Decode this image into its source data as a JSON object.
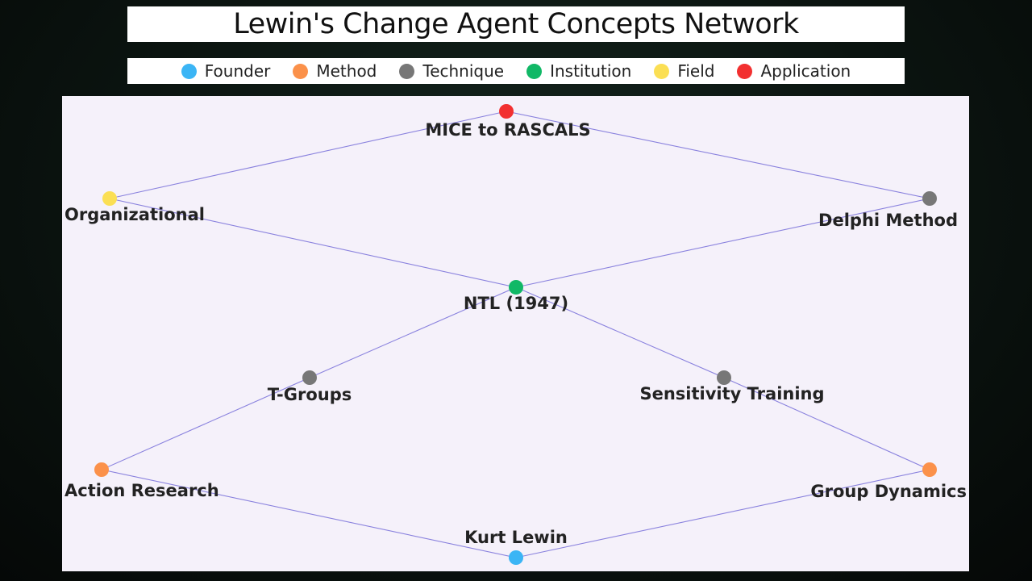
{
  "title": "Lewin's Change Agent Concepts Network",
  "legend": [
    {
      "label": "Founder",
      "color": "#3bb5f5"
    },
    {
      "label": "Method",
      "color": "#fb914a"
    },
    {
      "label": "Technique",
      "color": "#777777"
    },
    {
      "label": "Institution",
      "color": "#11b866"
    },
    {
      "label": "Field",
      "color": "#fbdf54"
    },
    {
      "label": "Application",
      "color": "#f23030"
    }
  ],
  "nodes": [
    {
      "id": "kurt",
      "label": "Kurt Lewin",
      "category": "Founder"
    },
    {
      "id": "action",
      "label": "Action Research",
      "category": "Method"
    },
    {
      "id": "groupdyn",
      "label": "Group Dynamics",
      "category": "Method"
    },
    {
      "id": "tgroups",
      "label": "T-Groups",
      "category": "Technique"
    },
    {
      "id": "sensitivity",
      "label": "Sensitivity Training",
      "category": "Technique"
    },
    {
      "id": "ntl",
      "label": "NTL (1947)",
      "category": "Institution"
    },
    {
      "id": "org",
      "label": "Organizational",
      "category": "Field"
    },
    {
      "id": "delphi",
      "label": "Delphi Method",
      "category": "Technique"
    },
    {
      "id": "mice",
      "label": "MICE to RASCALS",
      "category": "Application"
    }
  ],
  "edges": [
    [
      "kurt",
      "action"
    ],
    [
      "kurt",
      "groupdyn"
    ],
    [
      "action",
      "tgroups"
    ],
    [
      "groupdyn",
      "sensitivity"
    ],
    [
      "tgroups",
      "ntl"
    ],
    [
      "sensitivity",
      "ntl"
    ],
    [
      "ntl",
      "org"
    ],
    [
      "ntl",
      "delphi"
    ],
    [
      "org",
      "mice"
    ],
    [
      "delphi",
      "mice"
    ]
  ],
  "edge_color": "#8a82de"
}
